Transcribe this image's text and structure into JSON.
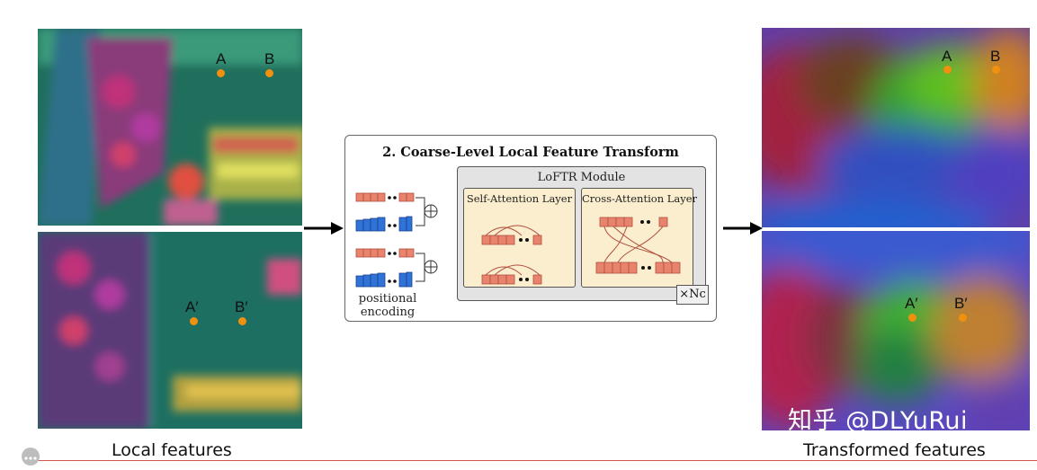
{
  "left_panels": {
    "top_points": [
      "A",
      "B"
    ],
    "bottom_points": [
      "A′",
      "B′"
    ],
    "caption": "Local features"
  },
  "right_panels": {
    "top_points": [
      "A",
      "B"
    ],
    "bottom_points": [
      "A′",
      "B′"
    ],
    "caption": "Transformed features"
  },
  "module": {
    "title": "2. Coarse-Level Local Feature Transform",
    "loftr_title": "LoFTR Module",
    "self_attention": "Self-Attention Layer",
    "cross_attention": "Cross-Attention Layer",
    "repeat": "×Nc",
    "positional_encoding": [
      "positional",
      "encoding"
    ]
  },
  "watermark": "知乎 @DLYuRui",
  "colors": {
    "point": "#f0900f",
    "token_red": "#e8836e",
    "token_blue": "#2f72d8",
    "divider": "#d9534f"
  }
}
